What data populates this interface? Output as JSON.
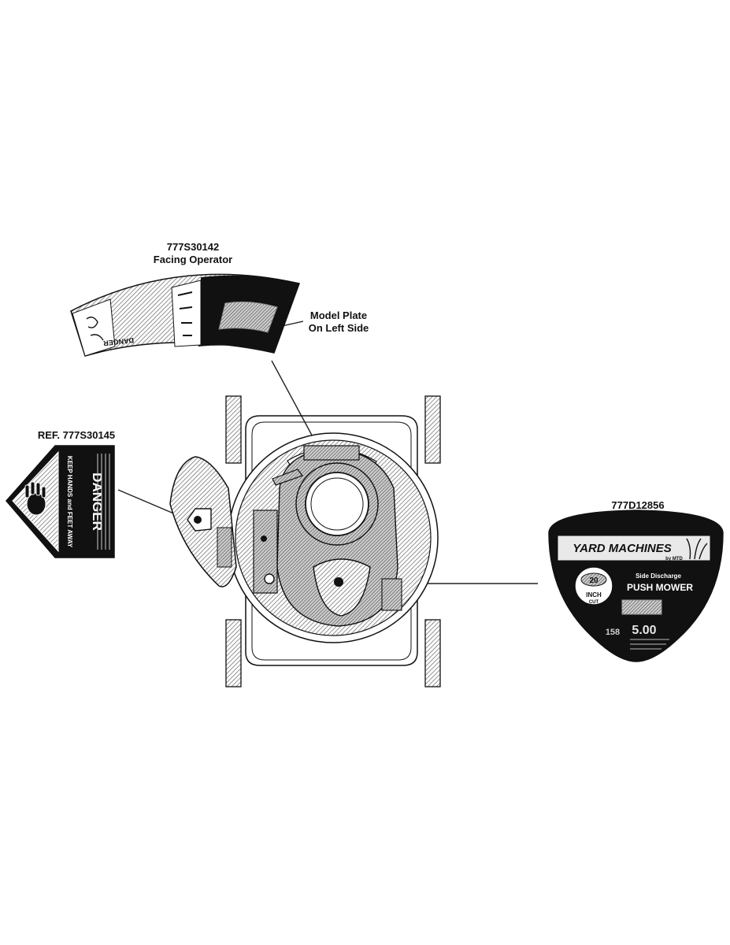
{
  "callouts": {
    "top_decal_part": "777S30142",
    "top_decal_position": "Facing Operator",
    "model_plate_line1": "Model Plate",
    "model_plate_line2": "On Left Side",
    "left_decal_ref": "REF. 777S30145",
    "right_decal_part": "777D12856"
  },
  "danger_decal": {
    "title": "DANGER",
    "subtitle": "KEEP HANDS and FEET AWAY"
  },
  "top_decal": {
    "danger_word": "DANGER"
  },
  "yard_machines_decal": {
    "brand": "YARD MACHINES",
    "maker": "by MTD",
    "line1": "Side Discharge",
    "line2": "PUSH MOWER",
    "size": "20",
    "size_unit_1": "INCH",
    "size_unit_2": "CUT",
    "engine_cc": "158",
    "torque": "5.00"
  },
  "colors": {
    "ink": "#111111",
    "hatch": "#8a8a8a",
    "paper": "#ffffff"
  }
}
